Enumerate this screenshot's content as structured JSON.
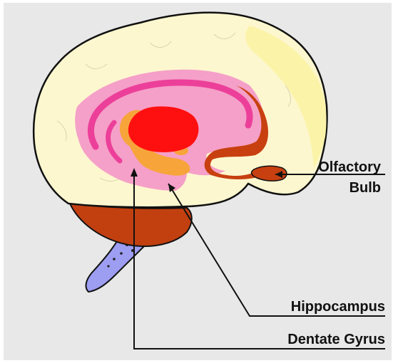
{
  "labels": {
    "olfactory_line1": "Olfactory",
    "olfactory_line2": "Bulb",
    "hippocampus": "Hippocampus",
    "dentate_gyrus": "Dentate Gyrus"
  },
  "colors": {
    "background": "#e8e8e8",
    "cerebrum": "#fdf7cf",
    "cerebrum_shade": "#fbf3a8",
    "pink_band": "#f5a0c8",
    "magenta": "#ec3f9a",
    "rust": "#c84010",
    "red": "#ff1010",
    "orange": "#f7a43b",
    "cerebellum": "#c24010",
    "brainstem": "#9d9df2",
    "outline": "#111111"
  },
  "icons": {
    "brain": "brain-diagram-icon"
  }
}
